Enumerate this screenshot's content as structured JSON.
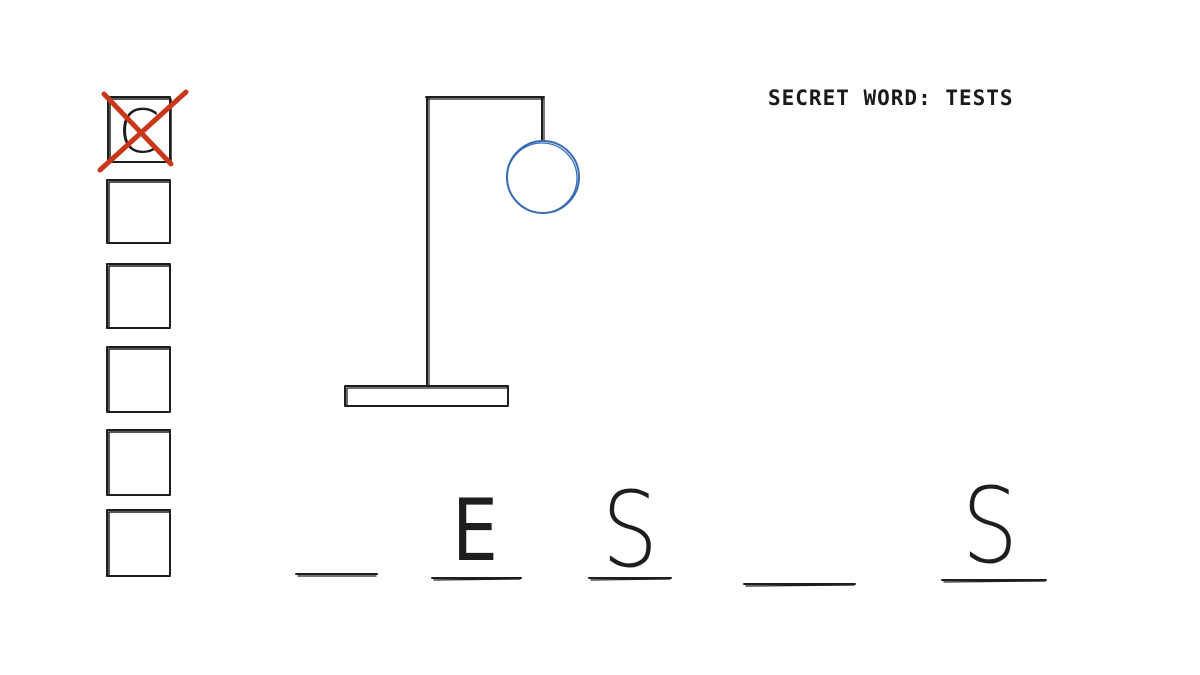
{
  "header": {
    "secret_word_label": "SECRET WORD: TESTS"
  },
  "guesses": {
    "total_boxes": 6,
    "wrong_boxes": [
      {
        "letter": "C",
        "crossed": true
      },
      {
        "letter": "",
        "crossed": false
      },
      {
        "letter": "",
        "crossed": false
      },
      {
        "letter": "",
        "crossed": false
      },
      {
        "letter": "",
        "crossed": false
      },
      {
        "letter": "",
        "crossed": false
      }
    ]
  },
  "word_slots": [
    {
      "letter": ""
    },
    {
      "letter": "E"
    },
    {
      "letter": "S"
    },
    {
      "letter": ""
    },
    {
      "letter": "S"
    }
  ],
  "gallows": {
    "parts_drawn": [
      "head"
    ]
  },
  "colors": {
    "ink": "#1e1e1e",
    "cross": "#c9371b",
    "head": "#3a6db3"
  }
}
